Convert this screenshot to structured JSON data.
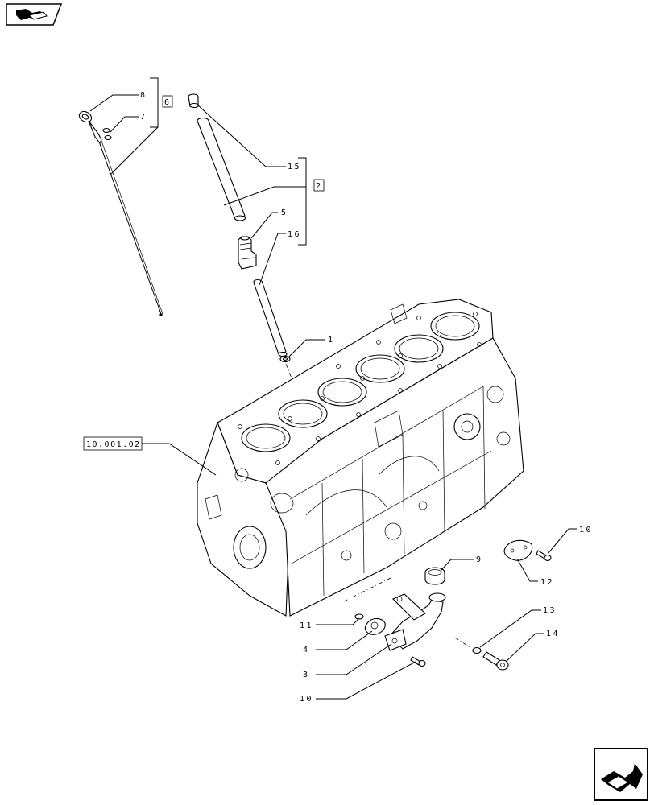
{
  "callouts": {
    "c8": "8",
    "c7": "7",
    "c6": "6",
    "c15": "15",
    "c2": "2",
    "c5": "5",
    "c16": "16",
    "c1": "1",
    "ref_block": "10.001.02",
    "c10_top": "10",
    "c12": "12",
    "c9": "9",
    "c13": "13",
    "c14": "14",
    "c11": "11",
    "c4": "4",
    "c3": "3",
    "c10_bottom": "10"
  },
  "icons": {
    "top_left": "previous-page-arrow-icon",
    "bottom_right": "next-page-arrow-icon"
  },
  "colors": {
    "ink": "#000000",
    "paper": "#ffffff"
  }
}
